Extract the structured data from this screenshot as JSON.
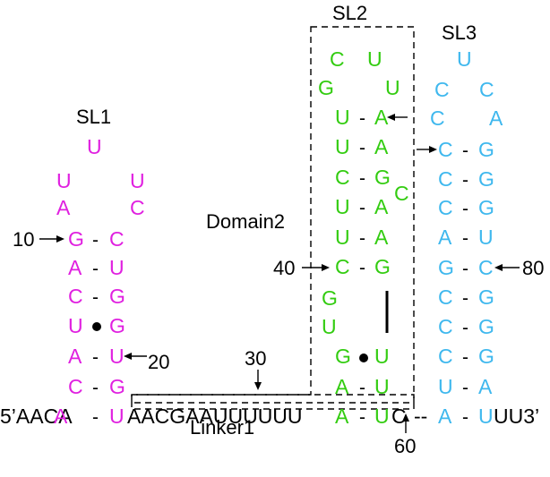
{
  "labels": {
    "sl1": "SL1",
    "sl2": "SL2",
    "sl3": "SL3",
    "domain2": "Domain2",
    "linker1": "Linker1"
  },
  "colors": {
    "sl1": "#e020e0",
    "sl2": "#33cc11",
    "sl3": "#3fb8ee",
    "black": "#000000"
  },
  "numbers": [
    "10",
    "20",
    "30",
    "40",
    "60",
    "80"
  ],
  "bond_symbols": {
    "watson_crick": "-",
    "wobble": "•"
  },
  "sequence": {
    "five_prime": "5’AACA",
    "sl1_closing_left": "A",
    "sl1_closing_right": "U",
    "linker1_seq": "AACGAAUUUUUU",
    "sl2_closing_left": "A",
    "sl2_closing_right": "U",
    "between_sl2_sl3": "C",
    "dashes": "--",
    "sl3_closing_left": "A",
    "sl3_closing_right": "U",
    "three_prime": "UU3’"
  },
  "sl1": {
    "loop": [
      "U",
      "U",
      "U",
      "A",
      "C"
    ],
    "stem_left": [
      "G",
      "A",
      "C",
      "U",
      "A",
      "C"
    ],
    "stem_right": [
      "C",
      "U",
      "G",
      "G",
      "U",
      "G"
    ]
  },
  "sl2": {
    "loop": [
      "C",
      "U",
      "G",
      "U"
    ],
    "upper_left": [
      "U",
      "U",
      "C",
      "U",
      "U",
      "C"
    ],
    "upper_right": [
      "A",
      "A",
      "G",
      "A",
      "A",
      "G"
    ],
    "bulge": "C",
    "unpaired_left": [
      "G",
      "U"
    ],
    "lower_left": [
      "G",
      "A"
    ],
    "lower_right": [
      "U",
      "U"
    ]
  },
  "sl3": {
    "loop": [
      "U",
      "C",
      "C",
      "C",
      "A"
    ],
    "stem_left": [
      "C",
      "C",
      "C",
      "A",
      "G",
      "C",
      "C",
      "C",
      "U"
    ],
    "stem_right": [
      "G",
      "G",
      "G",
      "U",
      "C",
      "G",
      "G",
      "G",
      "A"
    ]
  }
}
